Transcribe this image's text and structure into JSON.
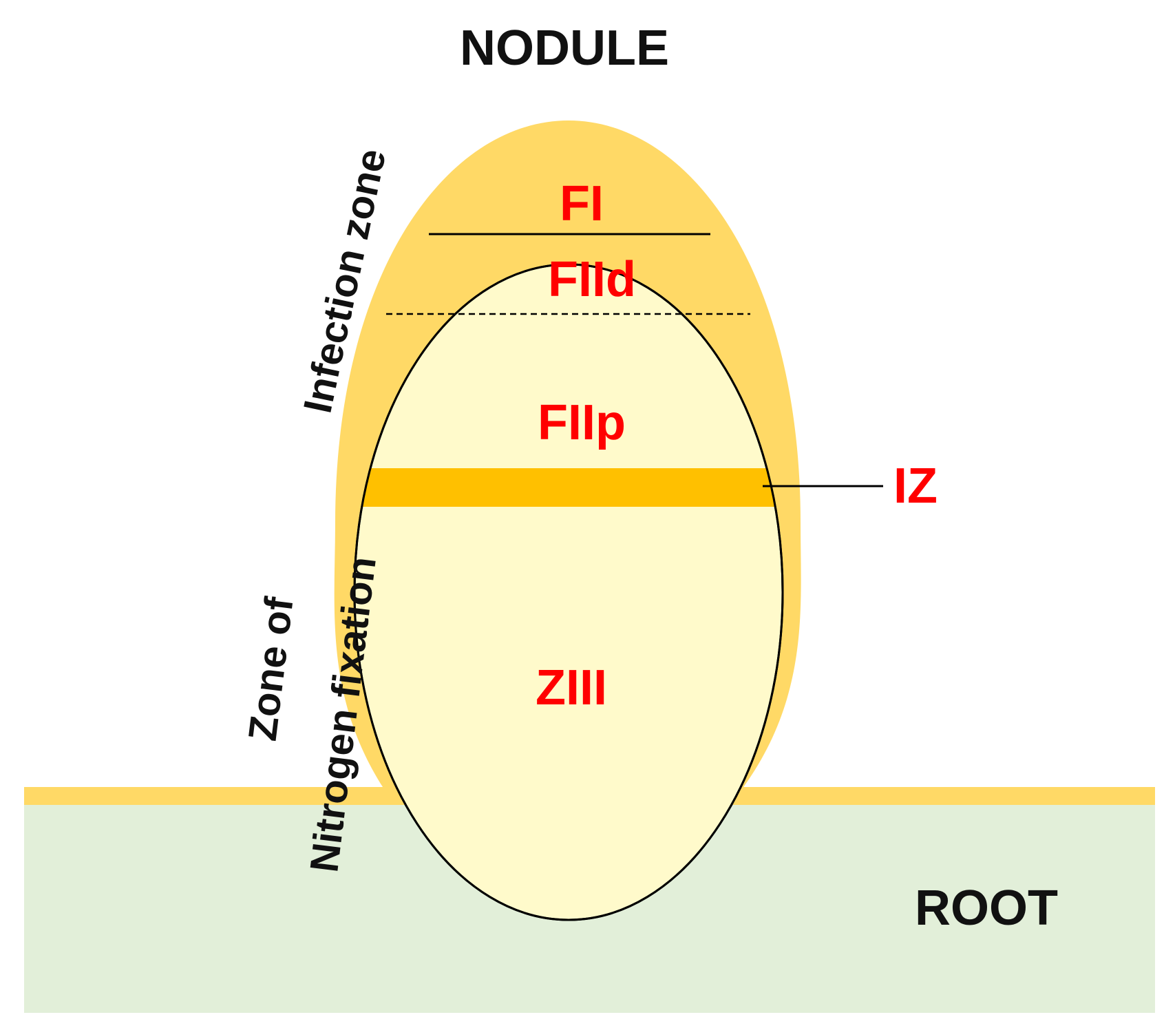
{
  "diagram": {
    "title": "NODULE",
    "root_label": "ROOT",
    "zones": {
      "fi": "FI",
      "fiid": "FIId",
      "fiip": "FIIp",
      "iz": "IZ",
      "ziii": "ZIII"
    },
    "side_labels": {
      "infection_zone": "Infection zone",
      "zone_of": "Zone of",
      "nitrogen_fixation": "Nitrogen fixation"
    }
  },
  "colors": {
    "root_fill": "#e2efd9",
    "surface_band": "#ffd966",
    "nodule_outer": "#ffd966",
    "nodule_inner": "#fffacb",
    "interzone_band": "#ffc000",
    "zone_label": "#ff0000",
    "outline": "#000000"
  }
}
